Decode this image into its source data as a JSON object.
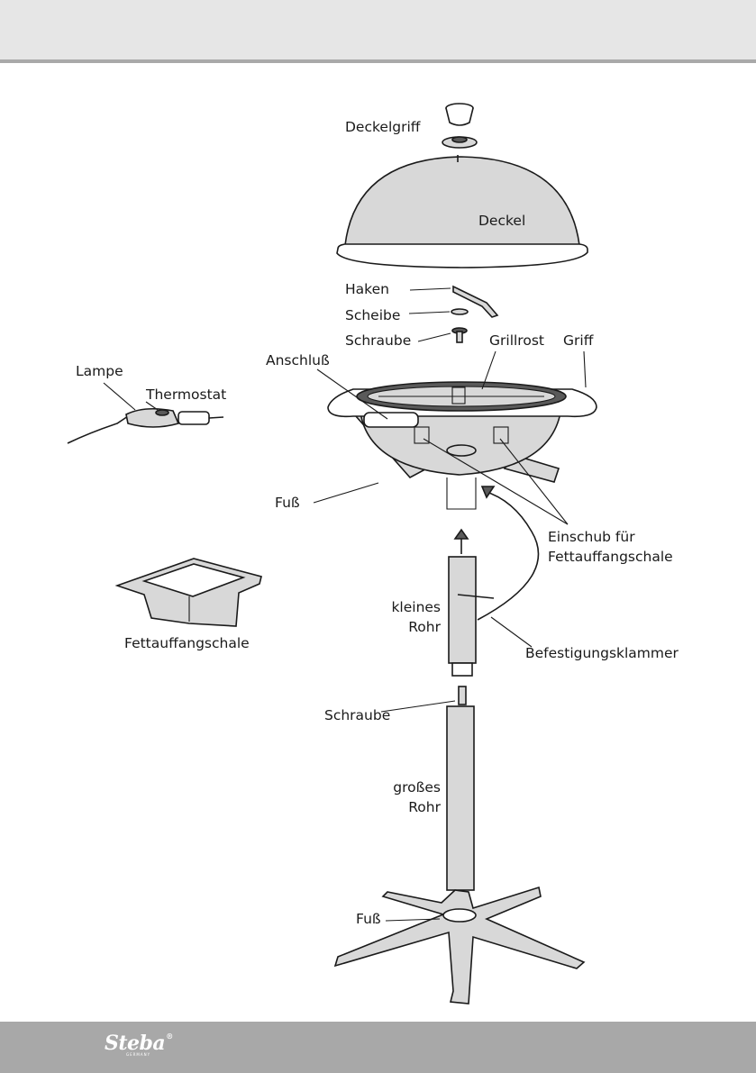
{
  "brand": {
    "logo": "Steba",
    "registered": "®",
    "subline": "GERMANY"
  },
  "labels": {
    "deckelgriff": "Deckelgriff",
    "deckel": "Deckel",
    "haken": "Haken",
    "scheibe": "Scheibe",
    "schraube_top": "Schraube",
    "grillrost": "Grillrost",
    "griff": "Griff",
    "anschluss": "Anschluß",
    "lampe": "Lampe",
    "thermostat": "Thermostat",
    "fuss_top": "Fuß",
    "einschub_line1": "Einschub für",
    "einschub_line2": "Fettauffangschale",
    "fettauffangschale": "Fettauffangschale",
    "kleines_line1": "kleines",
    "kleines_line2": "Rohr",
    "befestigungsklammer": "Befestigungsklammer",
    "schraube_bottom": "Schraube",
    "grosses_line1": "großes",
    "grosses_line2": "Rohr",
    "fuss_bottom": "Fuß"
  }
}
